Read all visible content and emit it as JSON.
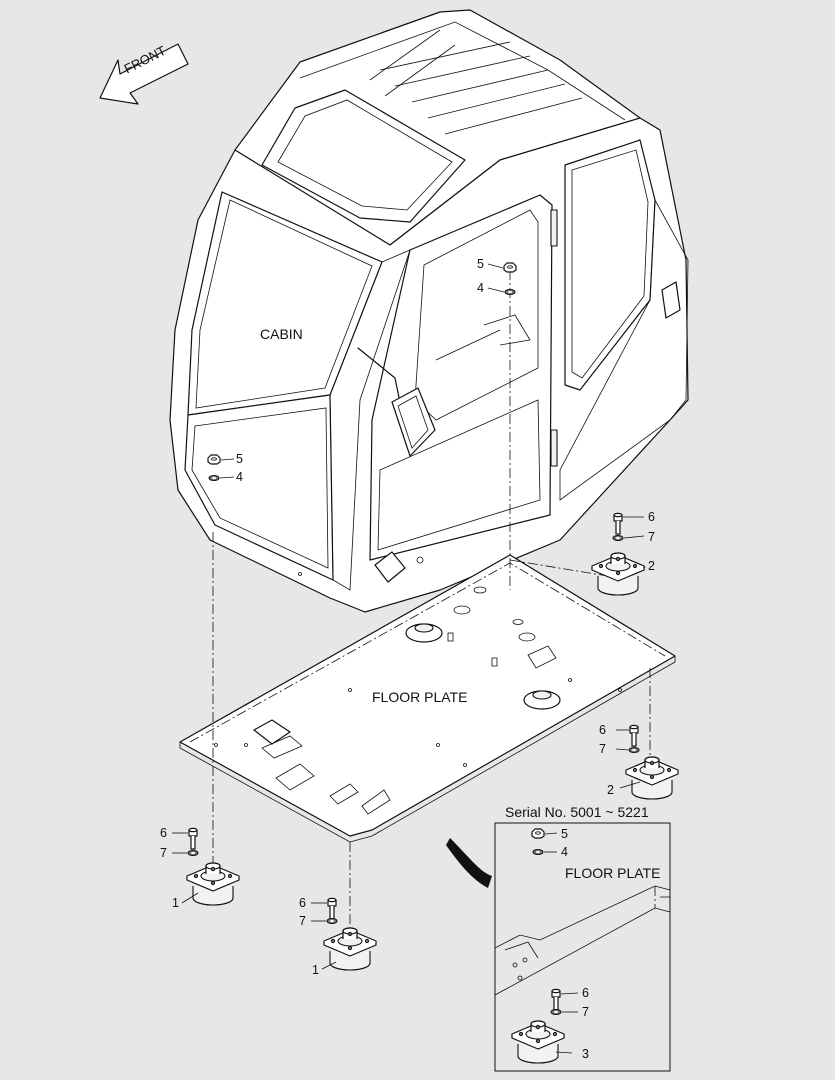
{
  "front_label": "FRONT",
  "cabin_label": "CABIN",
  "floor_plate_label": "FLOOR PLATE",
  "inset": {
    "title": "Serial No. 5001 ~ 5221",
    "floor_plate_label": "FLOOR PLATE"
  },
  "callouts": {
    "cabin_nut_right": "5",
    "cabin_washer_right": "4",
    "cabin_nut_left": "5",
    "cabin_washer_left": "4",
    "rear_right_bolt": "6",
    "rear_right_washer": "7",
    "rear_right_mount": "2",
    "right_bolt": "6",
    "right_washer": "7",
    "right_mount": "2",
    "front_left_bolt": "6",
    "front_left_washer": "7",
    "front_left_mount": "1",
    "front_center_bolt": "6",
    "front_center_washer": "7",
    "front_center_mount": "1",
    "inset_nut": "5",
    "inset_washer": "4",
    "inset_bolt": "6",
    "inset_washer_lower": "7",
    "inset_mount": "3"
  },
  "colors": {
    "background": "#e7e7e7",
    "line": "#111111"
  }
}
